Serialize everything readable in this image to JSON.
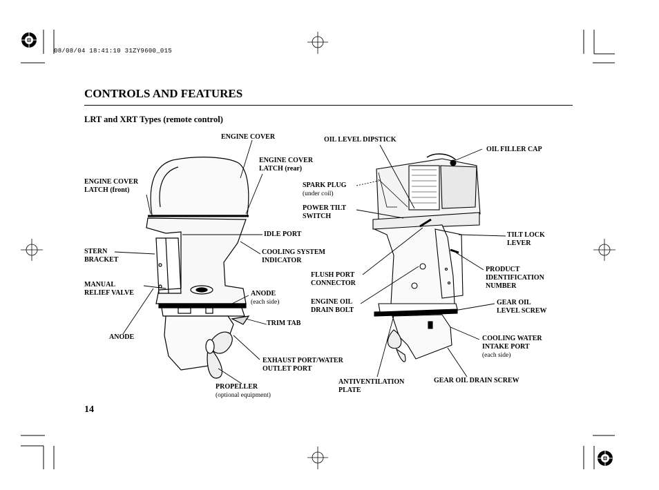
{
  "header": {
    "stamp": "08/08/04 18:41:10 31ZY9600_015"
  },
  "page": {
    "title": "CONTROLS AND FEATURES",
    "subtitle": "LRT and XRT Types (remote control)",
    "number": "14"
  },
  "labels": {
    "engine_cover": "ENGINE COVER",
    "latch_rear_1": "ENGINE COVER",
    "latch_rear_2": "LATCH (rear)",
    "latch_front_1": "ENGINE COVER",
    "latch_front_2": "LATCH (front)",
    "idle_port": "IDLE PORT",
    "stern_1": "STERN",
    "stern_2": "BRACKET",
    "cooling_ind_1": "COOLING SYSTEM",
    "cooling_ind_2": "INDICATOR",
    "manual_1": "MANUAL",
    "manual_2": "RELIEF VALVE",
    "anode_right": "ANODE",
    "anode_right_sub": "(each side)",
    "anode_left": "ANODE",
    "trim_tab": "TRIM TAB",
    "exhaust_1": "EXHAUST PORT/WATER",
    "exhaust_2": "OUTLET PORT",
    "propeller": "PROPELLER",
    "propeller_sub": "(optional equipment)",
    "oil_dipstick": "OIL LEVEL DIPSTICK",
    "oil_filler": "OIL FILLER CAP",
    "spark_plug": "SPARK PLUG",
    "spark_plug_sub": "(under coil)",
    "power_tilt_1": "POWER TILT",
    "power_tilt_2": "SWITCH",
    "tilt_lock_1": "TILT LOCK",
    "tilt_lock_2": "LEVER",
    "product_id_1": "PRODUCT",
    "product_id_2": "IDENTIFICATION",
    "product_id_3": "NUMBER",
    "flush_1": "FLUSH PORT",
    "flush_2": "CONNECTOR",
    "drain_bolt_1": "ENGINE OIL",
    "drain_bolt_2": "DRAIN BOLT",
    "gear_level_1": "GEAR OIL",
    "gear_level_2": "LEVEL SCREW",
    "intake_1": "COOLING WATER",
    "intake_2": "INTAKE PORT",
    "intake_sub": "(each side)",
    "antivent_1": "ANTIVENTILATION",
    "antivent_2": "PLATE",
    "gear_drain": "GEAR OIL DRAIN SCREW"
  }
}
